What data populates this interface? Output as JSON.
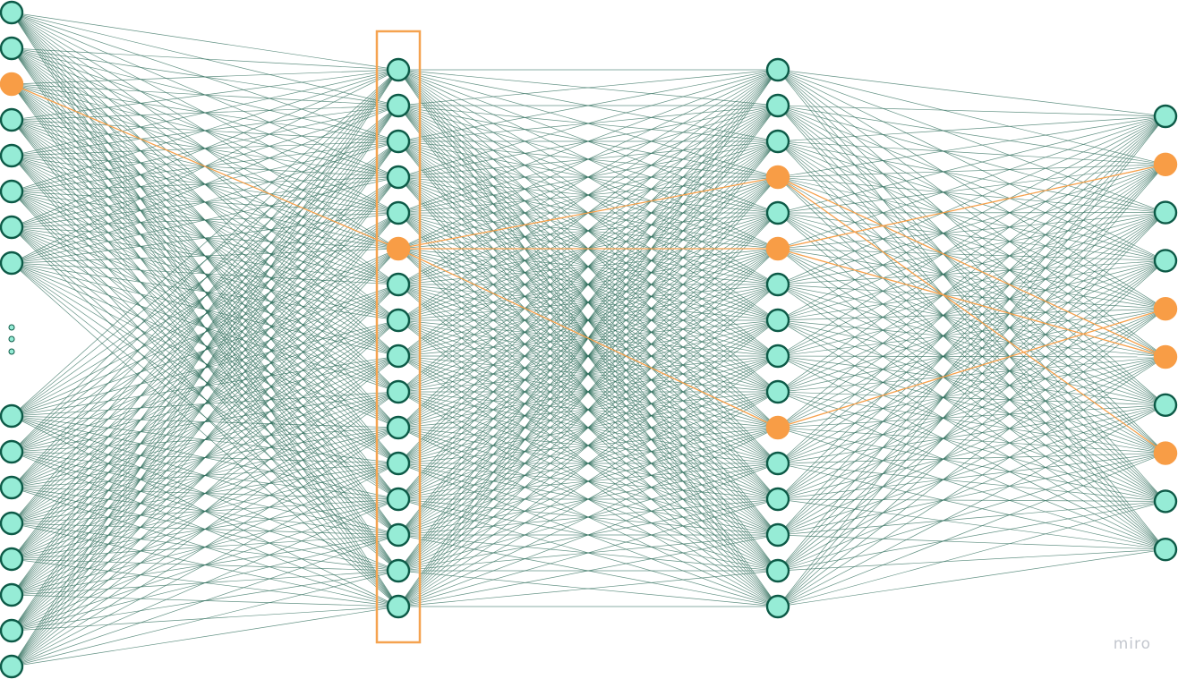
{
  "diagram": {
    "kind": "fully-connected neural network",
    "colors": {
      "node_fill": "#96ecd6",
      "node_stroke": "#0d5a47",
      "highlight": "#f89d46",
      "edge": "#2f6e5c",
      "frame": "#f5a350"
    },
    "layers": [
      {
        "id": "input",
        "nodes": 16,
        "has_ellipsis": true,
        "highlighted": [
          2
        ]
      },
      {
        "id": "hidden-1",
        "nodes": 16,
        "framed": true,
        "highlighted": [
          5
        ]
      },
      {
        "id": "hidden-2",
        "nodes": 16,
        "highlighted": [
          3,
          5,
          10
        ]
      },
      {
        "id": "output",
        "nodes": 10,
        "highlighted": [
          1,
          4,
          5,
          7
        ]
      }
    ],
    "highlighted_edges": [
      {
        "from_layer": 0,
        "from": 2,
        "to": 5
      },
      {
        "from_layer": 1,
        "from": 5,
        "to": 3
      },
      {
        "from_layer": 1,
        "from": 5,
        "to": 5
      },
      {
        "from_layer": 1,
        "from": 5,
        "to": 10
      },
      {
        "from_layer": 2,
        "from": 3,
        "to": 5
      },
      {
        "from_layer": 2,
        "from": 3,
        "to": 7
      },
      {
        "from_layer": 2,
        "from": 5,
        "to": 1
      },
      {
        "from_layer": 2,
        "from": 5,
        "to": 5
      },
      {
        "from_layer": 2,
        "from": 10,
        "to": 4
      }
    ]
  },
  "watermark": "miro"
}
